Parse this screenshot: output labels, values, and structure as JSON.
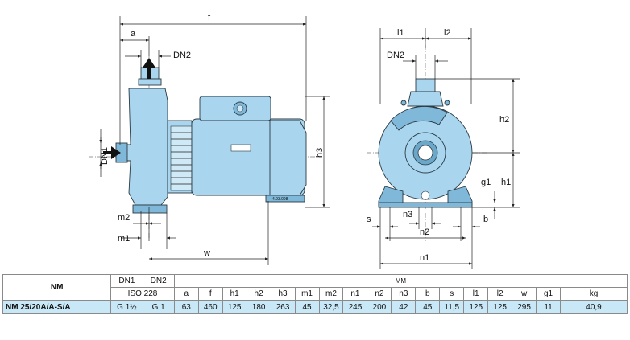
{
  "drawing": {
    "side_labels": {
      "f": "f",
      "a": "a",
      "dn2": "DN2",
      "dn1": "DN1",
      "h3": "h3",
      "m2": "m2",
      "m1": "m1",
      "w": "w"
    },
    "front_labels": {
      "l1": "l1",
      "l2": "l2",
      "dn2": "DN2",
      "h2": "h2",
      "h1": "h1",
      "g1": "g1",
      "s": "s",
      "n3": "n3",
      "b": "b",
      "n2": "n2",
      "n1": "n1"
    },
    "nameplate_code": "4.93.098",
    "colors": {
      "pump_body": "#a9d6ee",
      "pump_shadow": "#7fb8d8",
      "table_row": "#c9e8f7"
    }
  },
  "table": {
    "model_header": "NM",
    "dn1_header": "DN1",
    "dn2_header": "DN2",
    "standard": "ISO 228",
    "unit_header": "MM",
    "columns": [
      "a",
      "f",
      "h1",
      "h2",
      "h3",
      "m1",
      "m2",
      "n1",
      "n2",
      "n3",
      "b",
      "s",
      "l1",
      "l2",
      "w",
      "g1",
      "kg"
    ],
    "row": {
      "model": "NM 25/20A/A-S/A",
      "dn1": "G 1½",
      "dn2": "G 1",
      "values": [
        "63",
        "460",
        "125",
        "180",
        "263",
        "45",
        "32,5",
        "245",
        "200",
        "42",
        "45",
        "11,5",
        "125",
        "125",
        "295",
        "11",
        "40,9"
      ]
    }
  }
}
